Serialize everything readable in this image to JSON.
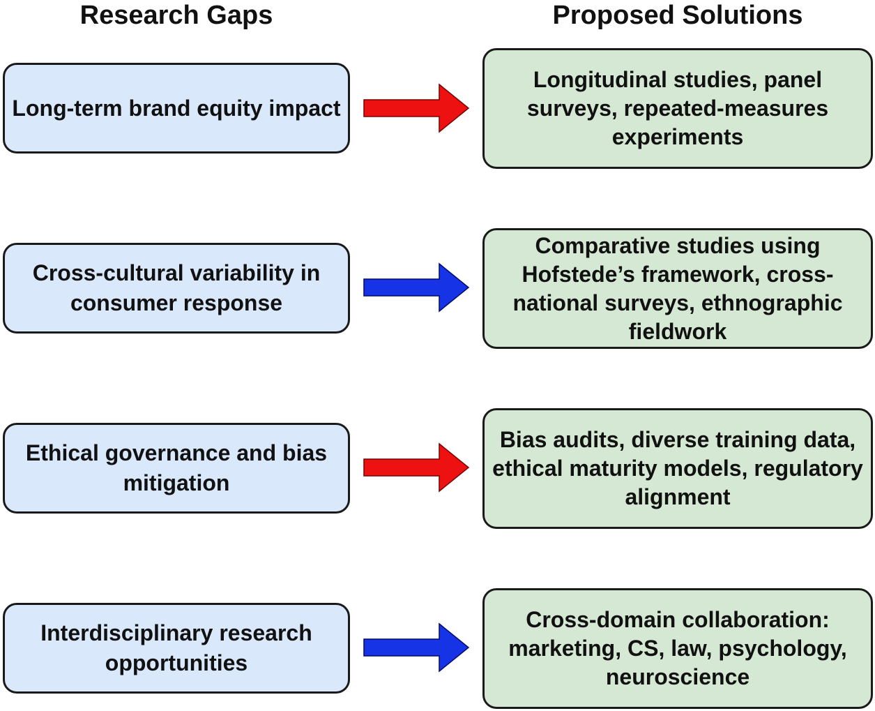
{
  "headers": {
    "left": "Research Gaps",
    "right": "Proposed Solutions"
  },
  "colors": {
    "gap_fill": "#dae8fc",
    "solution_fill": "#d5e8d4",
    "arrow_red": "#ee1111",
    "arrow_blue": "#1733e6",
    "border": "#1a1a1a"
  },
  "rows": [
    {
      "gap": "Long-term brand equity impact",
      "solution": "Longitudinal studies, panel surveys, repeated-measures experiments",
      "arrow_color": "#ee1111"
    },
    {
      "gap": "Cross-cultural variability in consumer response",
      "solution": "Comparative studies using Hofstede’s framework, cross-national surveys, ethnographic fieldwork",
      "arrow_color": "#1733e6"
    },
    {
      "gap": "Ethical governance and bias mitigation",
      "solution": "Bias audits, diverse training data, ethical maturity models, regulatory alignment",
      "arrow_color": "#ee1111"
    },
    {
      "gap": "Interdisciplinary research opportunities",
      "solution": "Cross-domain collaboration: marketing, CS, law, psychology, neuroscience",
      "arrow_color": "#1733e6"
    }
  ]
}
